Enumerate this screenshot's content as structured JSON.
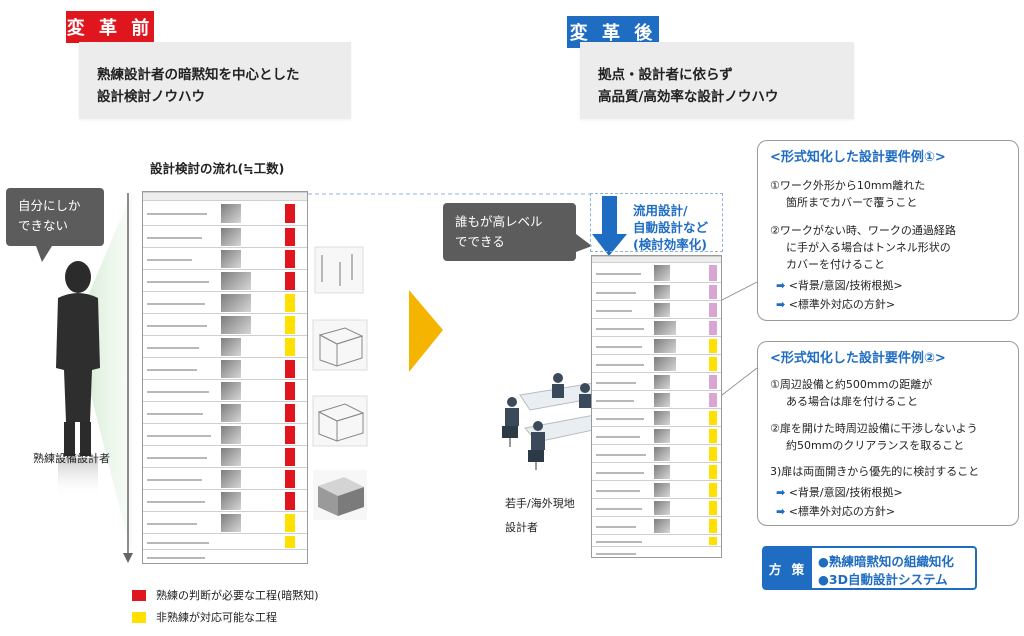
{
  "colors": {
    "red": "#e0161f",
    "blue": "#1f6dc2",
    "yellow": "#ffe000",
    "pink": "#d9a6d3",
    "gray_bubble": "#5c5c5c",
    "arrow": "#f5b400"
  },
  "before": {
    "tag": "変 革 前",
    "headline_1": "熟練設計者の暗黙知を中心とした",
    "headline_2": "設計検討ノウハウ",
    "flow_title": "設計検討の流れ(≒工数)",
    "bubble_1": "自分にしか",
    "bubble_2": "できない",
    "person_label": "熟練設備設計者"
  },
  "after": {
    "tag": "変 革 後",
    "headline_1": "拠点・設計者に依らず",
    "headline_2": "高品質/高効率な設計ノウハウ",
    "bubble_1": "誰もが高レベル",
    "bubble_2": "でできる",
    "flow_1": "流用設計/",
    "flow_2": "自動設計など",
    "flow_3": "(検討効率化)",
    "worker_1": "若手/海外現地",
    "worker_2": "設計者"
  },
  "example1": {
    "title": "<形式知化した設計要件例①>",
    "l1": "①ワーク外形から10mm離れた",
    "l2": "箇所までカバーで覆うこと",
    "l3": "②ワークがない時、ワークの通過経路",
    "l4": "に手が入る場合はトンネル形状の",
    "l5": "カバーを付けること",
    "a1": "<背景/意図/技術根拠>",
    "a2": "<標準外対応の方針>"
  },
  "example2": {
    "title": "<形式知化した設計要件例②>",
    "l1": "①周辺設備と約500mmの距離が",
    "l2": "ある場合は扉を付けること",
    "l3": "②扉を開けた時周辺設備に干渉しないよう",
    "l4": "約50mmのクリアランスを取ること",
    "l5": "3)扉は両面開きから優先的に検討すること",
    "a1": "<背景/意図/技術根拠>",
    "a2": "<標準外対応の方針>"
  },
  "solution": {
    "label": "方 策",
    "item1": "●熟練暗黙知の組織知化",
    "item2": "●3D自動設計システム"
  },
  "legend": {
    "red": "熟練の判断が必要な工程(暗黙知)",
    "yellow": "非熟練が対応可能な工程"
  }
}
